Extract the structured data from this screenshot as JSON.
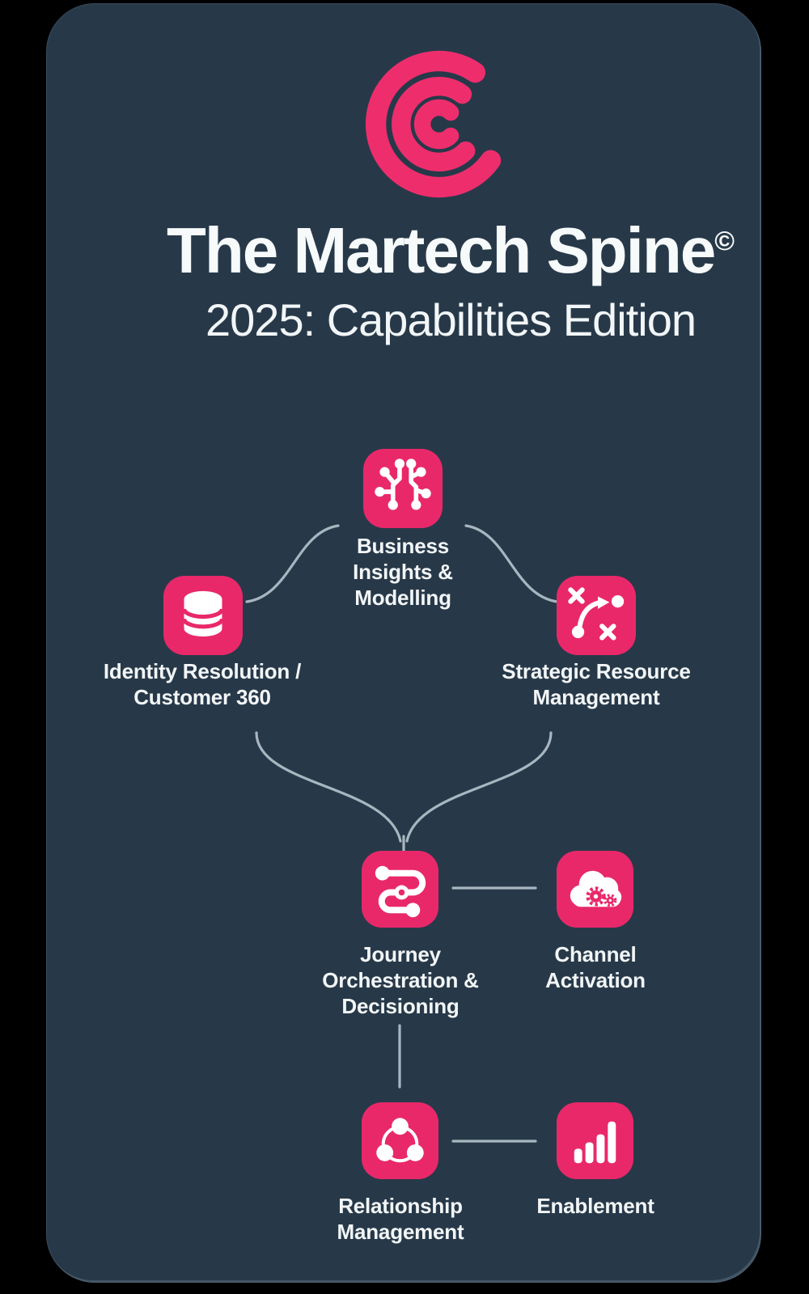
{
  "header": {
    "title": "The Martech Spine",
    "copyright_symbol": "©",
    "subtitle": "2025: Capabilities Edition",
    "logo": "concentric-c-logo"
  },
  "colors": {
    "card_background": "#273949",
    "outer_background": "#000000",
    "accent_pink": "#e9286a",
    "connector_line": "#a8b6c0",
    "text": "#f3f6f8"
  },
  "nodes": {
    "business_insights": {
      "id": "business-insights-modelling",
      "icon": "circuit-brain-icon",
      "lines": [
        "Business",
        "Insights &",
        "Modelling"
      ]
    },
    "identity_resolution": {
      "id": "identity-resolution-customer-360",
      "icon": "database-icon",
      "lines": [
        "Identity Resolution /",
        "Customer 360"
      ]
    },
    "strategic_resource": {
      "id": "strategic-resource-management",
      "icon": "strategy-tactics-icon",
      "lines": [
        "Strategic Resource",
        "Management"
      ]
    },
    "journey_orchestration": {
      "id": "journey-orchestration-decisioning",
      "icon": "route-path-icon",
      "lines": [
        "Journey",
        "Orchestration &",
        "Decisioning"
      ]
    },
    "channel_activation": {
      "id": "channel-activation",
      "icon": "cloud-gears-icon",
      "lines": [
        "Channel",
        "Activation"
      ]
    },
    "relationship_management": {
      "id": "relationship-management",
      "icon": "network-nodes-icon",
      "lines": [
        "Relationship",
        "Management"
      ]
    },
    "enablement": {
      "id": "enablement",
      "icon": "bar-chart-icon",
      "lines": [
        "Enablement"
      ]
    }
  },
  "edges": [
    {
      "from": "business-insights-modelling",
      "to": "identity-resolution-customer-360"
    },
    {
      "from": "business-insights-modelling",
      "to": "strategic-resource-management"
    },
    {
      "from": "identity-resolution-customer-360",
      "to": "journey-orchestration-decisioning"
    },
    {
      "from": "strategic-resource-management",
      "to": "journey-orchestration-decisioning"
    },
    {
      "from": "journey-orchestration-decisioning",
      "to": "channel-activation"
    },
    {
      "from": "journey-orchestration-decisioning",
      "to": "relationship-management"
    },
    {
      "from": "relationship-management",
      "to": "enablement"
    }
  ]
}
